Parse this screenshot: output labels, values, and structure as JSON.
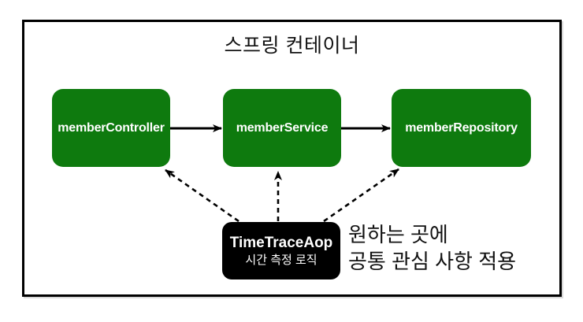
{
  "diagram": {
    "container_title": "스프링 컨테이너",
    "nodes": [
      {
        "id": "member-controller",
        "label": "memberController"
      },
      {
        "id": "member-service",
        "label": "memberService"
      },
      {
        "id": "member-repository",
        "label": "memberRepository"
      }
    ],
    "aop_node": {
      "title": "TimeTraceAop",
      "subtitle": "시간 측정 로직"
    },
    "annotation": {
      "line1": "원하는 곳에",
      "line2": "공통 관심 사항 적용"
    },
    "edges": [
      {
        "from": "member-controller",
        "to": "member-service",
        "style": "solid"
      },
      {
        "from": "member-service",
        "to": "member-repository",
        "style": "solid"
      },
      {
        "from": "time-trace-aop",
        "to": "member-controller",
        "style": "dashed"
      },
      {
        "from": "time-trace-aop",
        "to": "member-service",
        "style": "dashed"
      },
      {
        "from": "time-trace-aop",
        "to": "member-repository",
        "style": "dashed"
      }
    ],
    "colors": {
      "node_green": "#0e7a0e",
      "aop_black": "#000000",
      "text_white": "#ffffff",
      "line_black": "#000000",
      "frame_black": "#000000"
    }
  }
}
